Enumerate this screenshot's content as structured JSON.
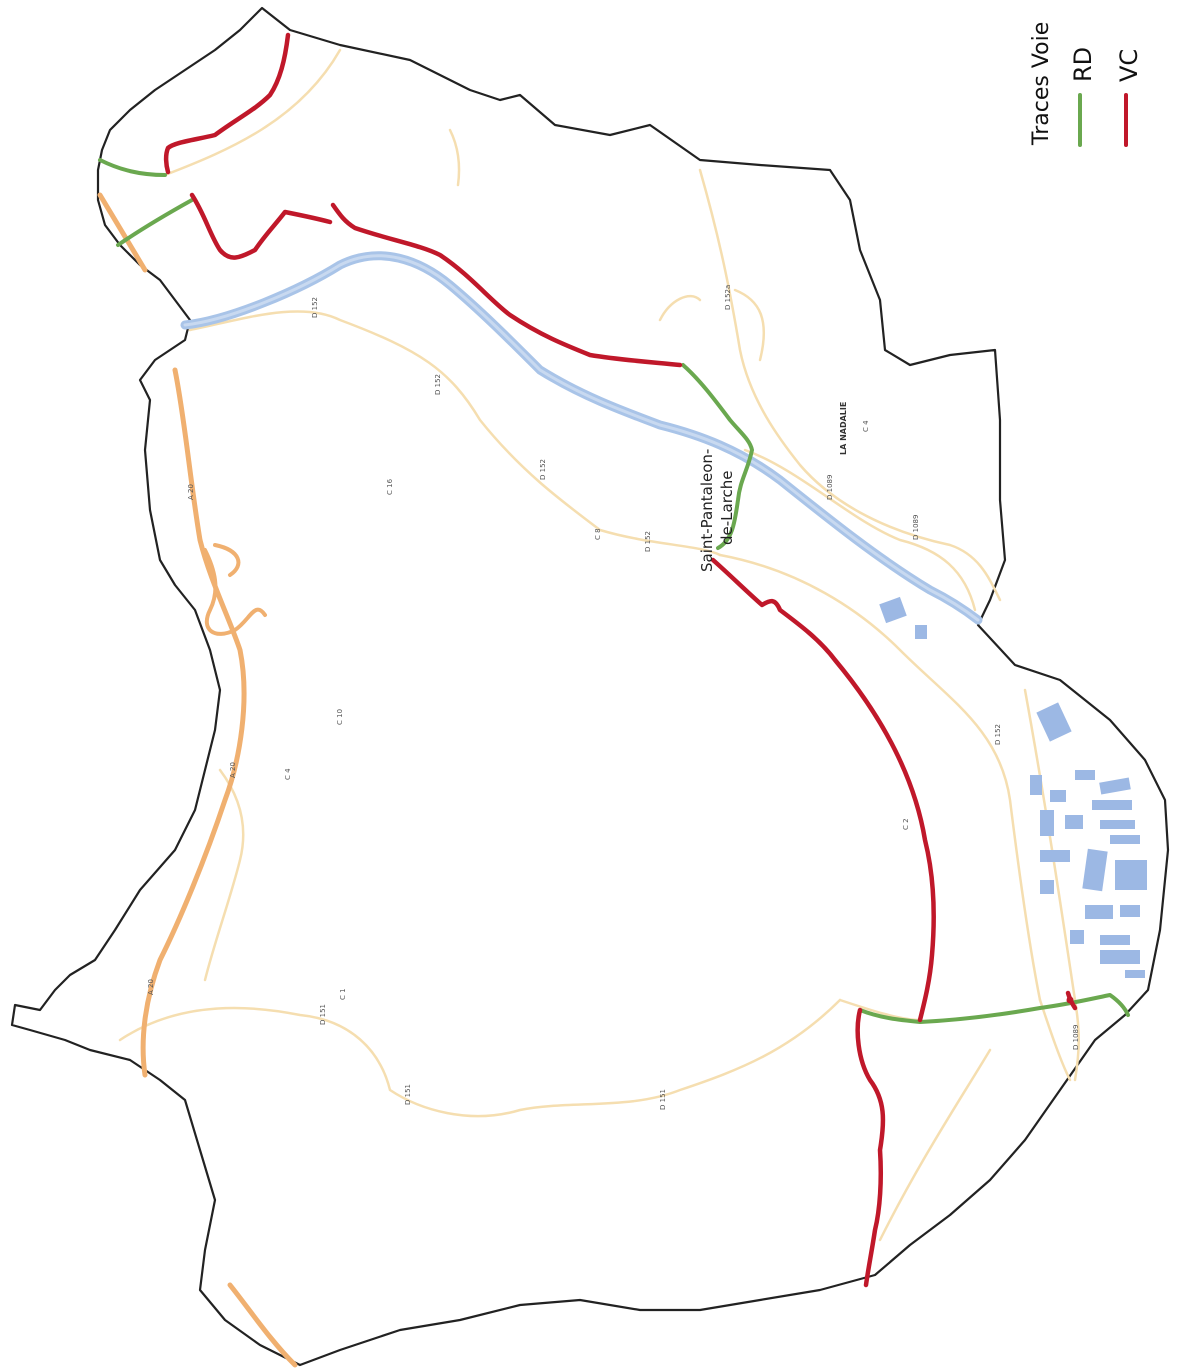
{
  "legend": {
    "title": "Traces Voie",
    "items": [
      {
        "label": "RD",
        "color": "#6aa84f"
      },
      {
        "label": "VC",
        "color": "#c0182a"
      }
    ]
  },
  "labels": {
    "town": "Saint-Pantaleon-",
    "town2": "de-Larche",
    "place": "LA NADALIE",
    "roads": [
      "D 152",
      "D 152",
      "D 152",
      "D 152",
      "D 152",
      "D 151",
      "D 151",
      "D 151",
      "D 1089",
      "D 1089",
      "D 1089",
      "D 152a",
      "A 20",
      "A 20",
      "A 20",
      "C 2",
      "C 4",
      "C 8",
      "C 10",
      "C 16",
      "C 1",
      "C 4"
    ]
  },
  "colors": {
    "boundary": "#222222",
    "river": "#a9c4e8",
    "motorway": "#f0b070",
    "minor_road": "#f5deb0",
    "built": "#9cb8e4"
  }
}
